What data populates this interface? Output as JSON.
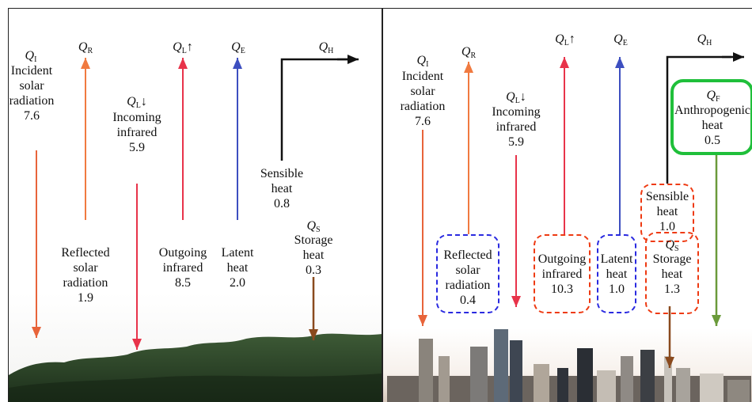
{
  "colors": {
    "incident": "#e8643a",
    "reflected": "#f07a40",
    "infrared": "#e8334a",
    "latent": "#3d4fc0",
    "sensible": "#111111",
    "storage": "#8a4a1e",
    "anthropogenic": "#6a9a3a"
  },
  "rural": {
    "q_incident": "Q",
    "q_incident_sub": "I",
    "incident_label": [
      "Incident",
      "solar",
      "radiation",
      "7.6"
    ],
    "q_reflected": "Q",
    "q_reflected_sub": "R",
    "reflected_label": [
      "Reflected",
      "solar",
      "radiation",
      "1.9"
    ],
    "q_in_ir": "Q",
    "q_in_ir_sub": "L",
    "q_in_ir_arrow": "↓",
    "in_ir_label": [
      "Incoming",
      "infrared",
      "5.9"
    ],
    "q_out_ir": "Q",
    "q_out_ir_sub": "L",
    "q_out_ir_arrow": "↑",
    "out_ir_label": [
      "Outgoing",
      "infrared",
      "8.5"
    ],
    "q_latent": "Q",
    "q_latent_sub": "E",
    "latent_label": [
      "Latent",
      "heat",
      "2.0"
    ],
    "q_sensible": "Q",
    "q_sensible_sub": "H",
    "sensible_label": [
      "Sensible",
      "heat",
      "0.8"
    ],
    "q_storage": "Q",
    "q_storage_sub": "S",
    "storage_label": [
      "Storage",
      "heat",
      "0.3"
    ]
  },
  "urban": {
    "q_incident": "Q",
    "q_incident_sub": "I",
    "incident_label": [
      "Incident",
      "solar",
      "radiation",
      "7.6"
    ],
    "q_reflected": "Q",
    "q_reflected_sub": "R",
    "reflected_label": [
      "Reflected",
      "solar",
      "radiation",
      "0.4"
    ],
    "q_in_ir": "Q",
    "q_in_ir_sub": "L",
    "q_in_ir_arrow": "↓",
    "in_ir_label": [
      "Incoming",
      "infrared",
      "5.9"
    ],
    "q_out_ir": "Q",
    "q_out_ir_sub": "L",
    "q_out_ir_arrow": "↑",
    "out_ir_label": [
      "Outgoing",
      "infrared",
      "10.3"
    ],
    "q_latent": "Q",
    "q_latent_sub": "E",
    "latent_label": [
      "Latent",
      "heat",
      "1.0"
    ],
    "q_sensible": "Q",
    "q_sensible_sub": "H",
    "sensible_label": [
      "Sensible",
      "heat",
      "1.0"
    ],
    "q_storage": "Q",
    "q_storage_sub": "S",
    "storage_label": [
      "Storage",
      "heat",
      "1.3"
    ],
    "q_anthro": "Q",
    "q_anthro_sub": "F",
    "anthro_label": [
      "Anthropogenic",
      "heat",
      "0.5"
    ]
  }
}
